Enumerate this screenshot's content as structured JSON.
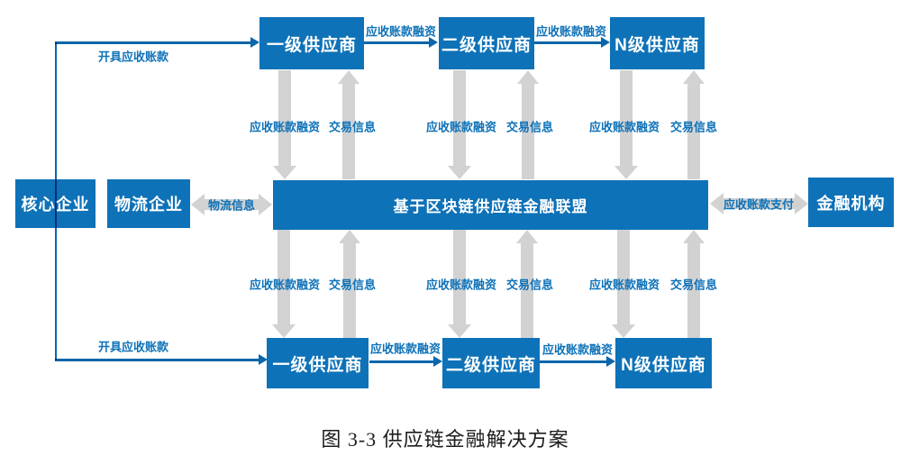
{
  "nodes": {
    "core": "核心企业",
    "logistics": "物流企业",
    "alliance": "基于区块链供应链金融联盟",
    "finance": "金融机构",
    "tier1": "一级供应商",
    "tier2": "二级供应商",
    "tierN": "N级供应商"
  },
  "labels": {
    "issue_receivables": "开具应收账款",
    "receivables_financing": "应收账款融资",
    "transaction_info": "交易信息",
    "logistics_info": "物流信息",
    "receivables_payment": "应收账款支付"
  },
  "caption": "图 3-3 供应链金融解决方案",
  "colors": {
    "box_blue": "#0E72B8",
    "connector_blue": "#0B66AB",
    "arrow_gray": "#D2D2D2",
    "box_text": "#FFFFFF",
    "caption_text": "#1C1C1C"
  }
}
